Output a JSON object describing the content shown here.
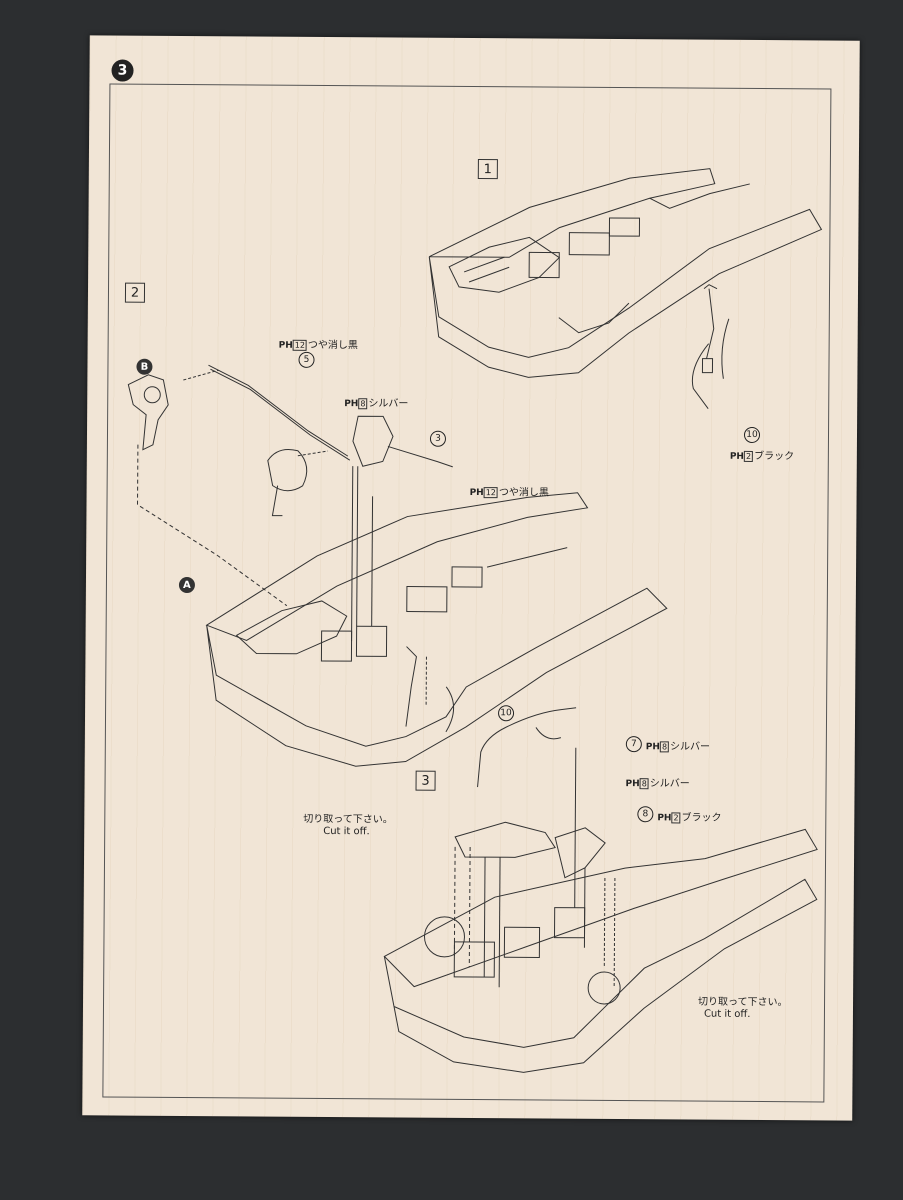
{
  "page": {
    "step_number": "3"
  },
  "sections": {
    "s1": {
      "number": "1"
    },
    "s2": {
      "number": "2"
    },
    "s3": {
      "number": "3"
    }
  },
  "callouts": {
    "s1_part10": {
      "num": "10",
      "paint_code": "2",
      "paint_name": "ブラック"
    },
    "s2_part5": {
      "num": "5",
      "paint_code": "12",
      "paint_name": "つや消し黒"
    },
    "s2_silver": {
      "paint_code": "8",
      "paint_name": "シルバー"
    },
    "s2_part3": {
      "num": "3"
    },
    "s2_matte": {
      "paint_code": "12",
      "paint_name": "つや消し黒"
    },
    "s2_part10": {
      "num": "10"
    },
    "s2_markB": "B",
    "s2_markA": "A",
    "s3_part7": {
      "num": "7",
      "paint_code": "8",
      "paint_name": "シルバー"
    },
    "s3_silver": {
      "paint_code": "8",
      "paint_name": "シルバー"
    },
    "s3_part8": {
      "num": "8",
      "paint_code": "2",
      "paint_name": "ブラック"
    },
    "s3_cut_left": {
      "jp": "切り取って下さい。",
      "en": "Cut it off."
    },
    "s3_cut_right": {
      "jp": "切り取って下さい。",
      "en": "Cut it off."
    },
    "ph_prefix": "PH"
  }
}
